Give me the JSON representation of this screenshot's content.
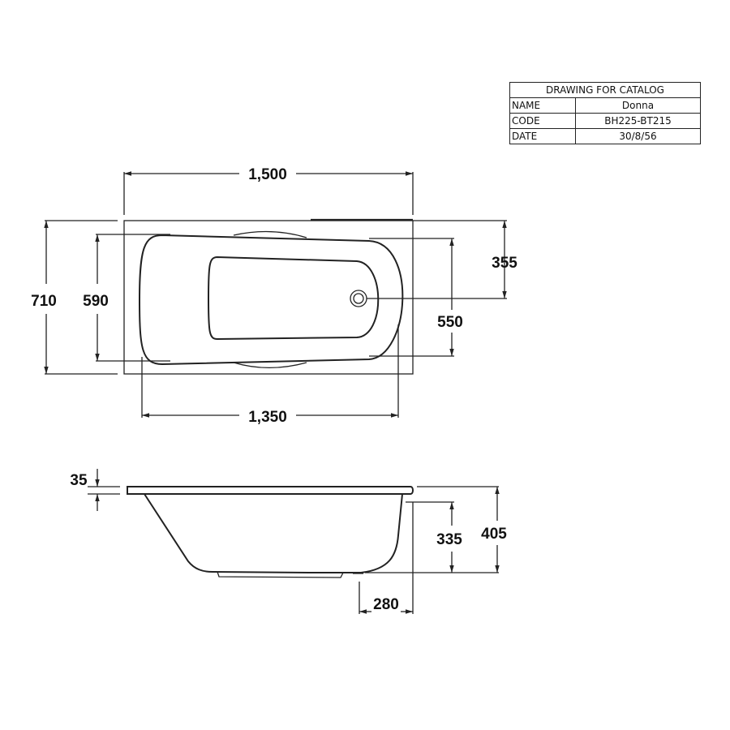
{
  "title_block": {
    "heading": "DRAWING FOR CATALOG",
    "rows": [
      {
        "label": "NAME",
        "value": "Donna"
      },
      {
        "label": "CODE",
        "value": "BH225-BT215"
      },
      {
        "label": "DATE",
        "value": "30/8/56"
      }
    ]
  },
  "plan_view": {
    "dimensions": {
      "overall_length": "1,500",
      "inner_length": "1,350",
      "overall_width": "710",
      "inner_width": "590",
      "drain_offset": "355",
      "basin_width": "550"
    }
  },
  "side_view": {
    "dimensions": {
      "rim_thickness": "35",
      "inner_depth": "335",
      "overall_height": "405",
      "drain_distance": "280"
    }
  }
}
